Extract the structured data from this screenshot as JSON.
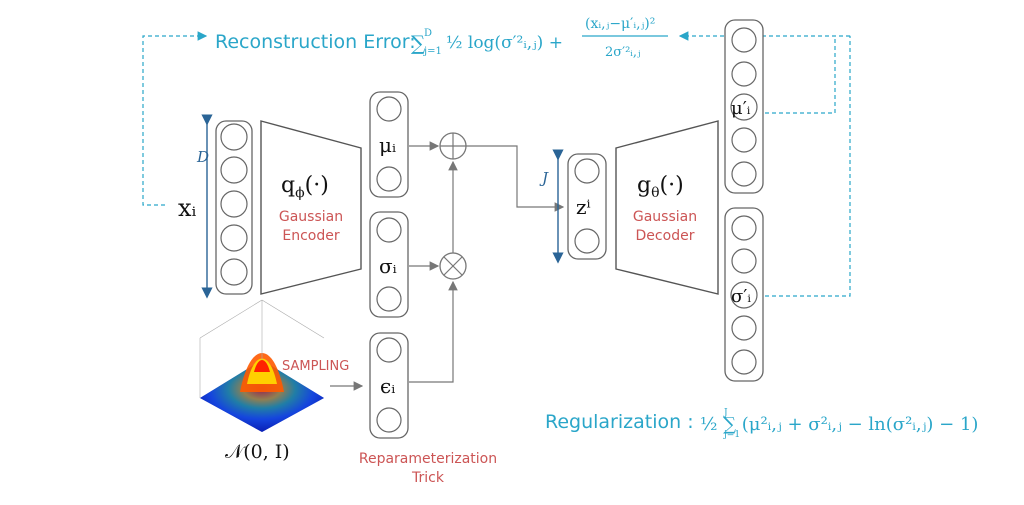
{
  "colors": {
    "accent": "#2aa6c9",
    "red_label": "#cc5555",
    "stroke": "#555555",
    "dark_blue": "#2a6496"
  },
  "reconstruction": {
    "prefix": "Reconstruction Error: ",
    "formula_part1": "∑",
    "sum_sup": "D",
    "sum_sub": "j=1",
    "half": "½ log(σ′²ᵢ,ⱼ) +",
    "numerator": "(xᵢ,ⱼ−μ′ᵢ,ⱼ)²",
    "denominator": "2σ′²ᵢ,ⱼ"
  },
  "regularization": {
    "prefix": "Regularization : ",
    "formula": "½ ∑ (μ²ᵢ,ⱼ + σ²ᵢ,ⱼ − ln(σ²ᵢ,ⱼ) − 1)",
    "sum_sup": "J",
    "sum_sub": "j=1"
  },
  "input": {
    "label": "xᵢ",
    "dim": "D"
  },
  "encoder": {
    "func": "q",
    "sub": "ϕ",
    "arg": "(·)",
    "line1": "Gaussian",
    "line2": "Encoder"
  },
  "mu": {
    "label": "μᵢ"
  },
  "sigma": {
    "label": "σᵢ"
  },
  "epsilon": {
    "label": "ϵᵢ"
  },
  "latent": {
    "label": "zⁱ",
    "dim": "J"
  },
  "decoder": {
    "func": "g",
    "sub": "θ",
    "arg": "(·)",
    "line1": "Gaussian",
    "line2": "Decoder"
  },
  "mu_prime": {
    "label": "μ′ᵢ"
  },
  "sigma_prime": {
    "label": "σ′ᵢ"
  },
  "sampling": {
    "label": "SAMPLING",
    "dist": "𝒩(0, I)"
  },
  "reparam": {
    "line1": "Reparameterization",
    "line2": "Trick"
  },
  "plus_symbol": "+",
  "times_symbol": "×"
}
